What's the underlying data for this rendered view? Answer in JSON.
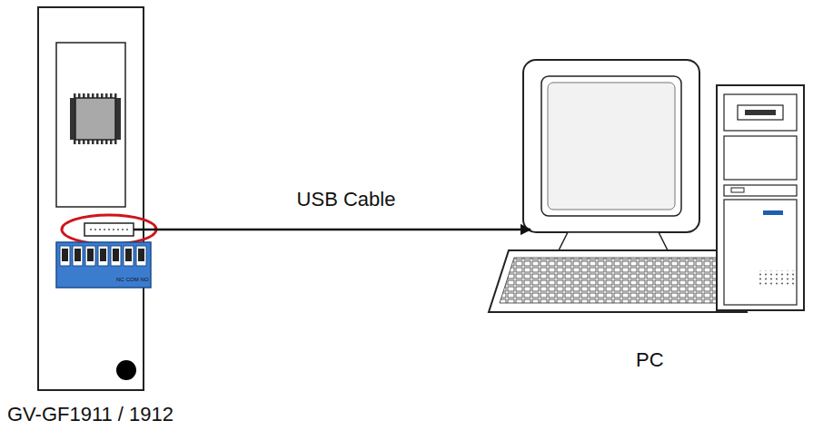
{
  "diagram": {
    "nodes": [
      {
        "text": [
          "GV-GF1911 / 1912"
        ]
      },
      {
        "text": [
          "PC"
        ]
      }
    ],
    "edges": [
      {
        "from": 0,
        "to": 1,
        "arrow": "to",
        "label": "USB Cable"
      }
    ],
    "labels": [
      "NC",
      "COM",
      "NO"
    ]
  }
}
